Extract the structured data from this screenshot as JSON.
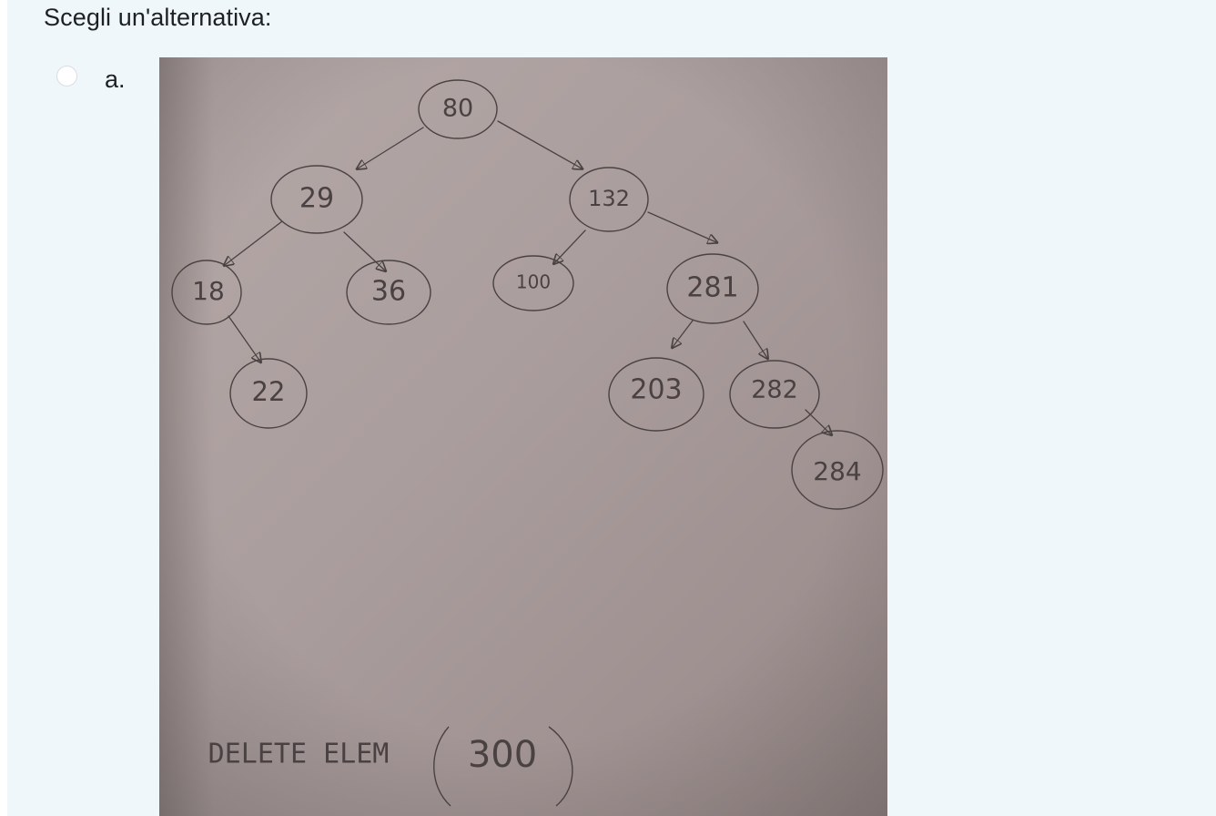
{
  "question": {
    "prompt": "Scegli un'alternativa:",
    "options": [
      {
        "letter": "a.",
        "selected": false,
        "image": {
          "icon": "hand-drawn-binary-search-tree-photo",
          "nodes": [
            "80",
            "29",
            "132",
            "18",
            "36",
            "100",
            "281",
            "22",
            "203",
            "282",
            "284"
          ],
          "caption": "DELETE ELEM",
          "caption_value": "300"
        }
      }
    ]
  },
  "colors": {
    "panel_background": "#f0f7fb",
    "text": "#1d2125",
    "radio_border": "#d9dde1",
    "paper": "#a89b9b",
    "ink": "#4a4242"
  }
}
